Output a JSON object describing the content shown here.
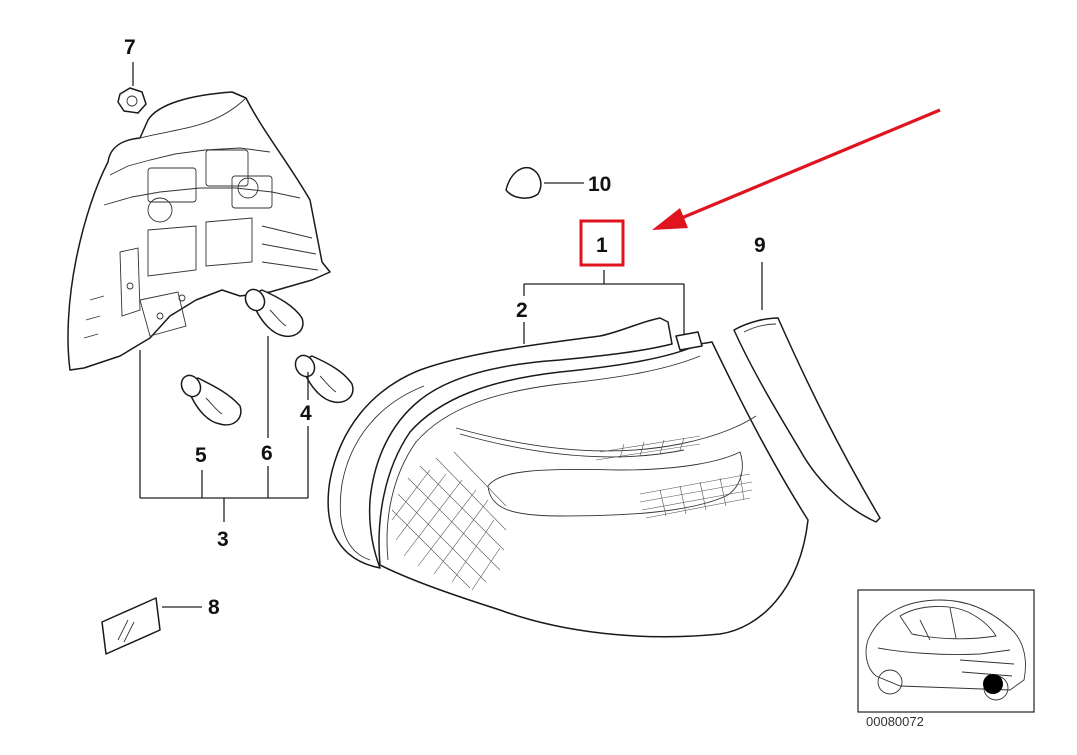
{
  "callouts": {
    "p1": "1",
    "p2": "2",
    "p3": "3",
    "p4": "4",
    "p5": "5",
    "p6": "6",
    "p7": "7",
    "p8": "8",
    "p9": "9",
    "p10": "10"
  },
  "reference_code": "00080072",
  "colors": {
    "highlight": "#e0141e",
    "arrow": "#e0141e",
    "line_art": "#1a1a1a",
    "location_dot": "#000000"
  },
  "icons": {
    "arrow": "arrow-pointing-to-part-1",
    "locator": "car-location-thumbnail"
  }
}
